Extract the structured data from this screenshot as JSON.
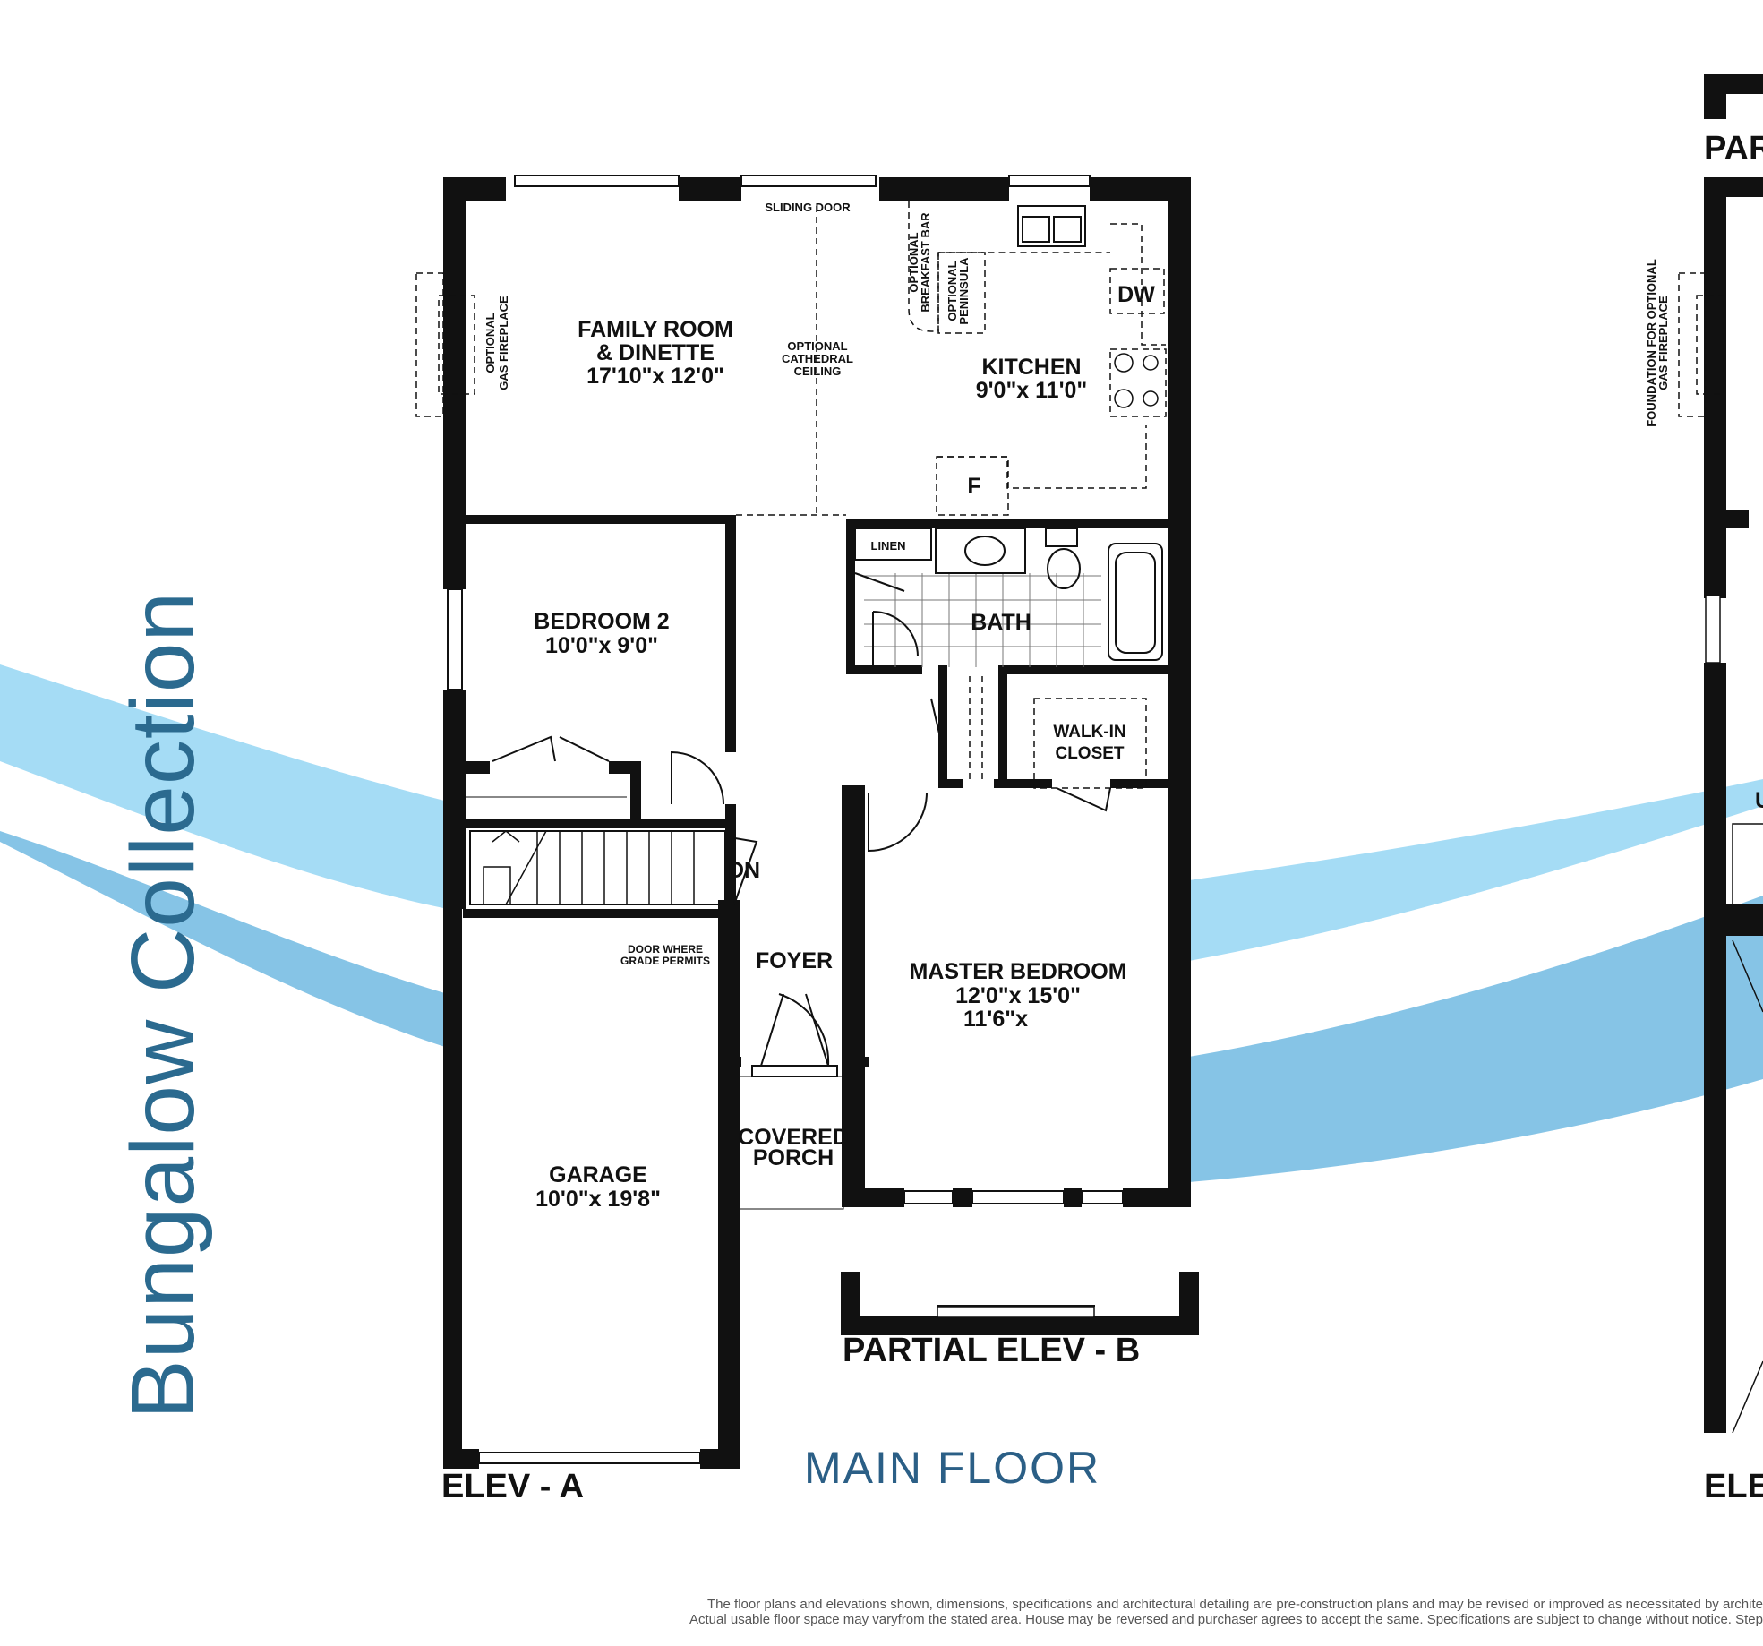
{
  "collection_title": "Bungalow Collection",
  "floor_title": "MAIN FLOOR",
  "colors": {
    "swoosh_light": "#a5dcf5",
    "swoosh_dark": "#86c4e6",
    "title_blue": "#2b6a8f",
    "wall": "#111111"
  },
  "labels": {
    "sliding_door": "SLIDING DOOR",
    "optional_gas_fireplace_1": "OPTIONAL",
    "optional_gas_fireplace_2": "GAS FIREPLACE",
    "family_room_1": "FAMILY ROOM",
    "family_room_2": "& DINETTE",
    "family_room_dim": "17'10\"x 12'0\"",
    "cathedral_1": "OPTIONAL",
    "cathedral_2": "CATHEDRAL",
    "cathedral_3": "CEILING",
    "breakfast_bar_1": "OPTIONAL",
    "breakfast_bar_2": "BREAKFAST BAR",
    "peninsula_1": "OPTIONAL",
    "peninsula_2": "PENINSULA",
    "dw": "DW",
    "kitchen": "KITCHEN",
    "kitchen_dim": "9'0\"x 11'0\"",
    "fridge": "F",
    "linen": "LINEN",
    "bath": "BATH",
    "bedroom2": "BEDROOM 2",
    "bedroom2_dim": "10'0\"x 9'0\"",
    "walkin_1": "WALK-IN",
    "walkin_2": "CLOSET",
    "dn": "DN",
    "door_grade_1": "DOOR WHERE",
    "door_grade_2": "GRADE  PERMITS",
    "foyer": "FOYER",
    "master": "MASTER BEDROOM",
    "master_dim": "12'0\"x 15'0\"",
    "master_dim2": "11'6\"x",
    "covered_1": "COVERED",
    "covered_2": "PORCH",
    "garage": "GARAGE",
    "garage_dim": "10'0\"x 19'8\"",
    "partial_elev_b": "PARTIAL ELEV - B",
    "elev_a": "ELEV - A",
    "right_par": "PAR",
    "right_found_1": "FOUNDATION FOR OPTIONAL",
    "right_found_2": "GAS FIREPLACE",
    "right_u": "U",
    "right_elev": "ELEV"
  },
  "disclaimer": [
    "The floor plans and elevations shown, dimensions, specifications and architectural detailing are pre-construction plans and may be revised or improved as necessitated by archite",
    "Actual usable floor space may varyfrom the stated area. House may be reversed and purchaser agrees to accept the same. Specifications are subject to change without notice. Step"
  ]
}
